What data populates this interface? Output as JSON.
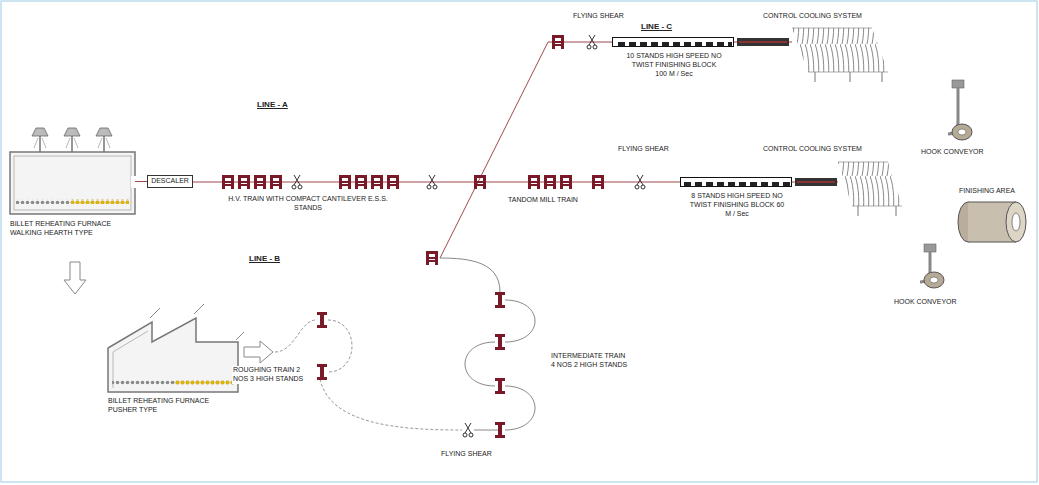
{
  "diagram": {
    "nodes": [
      {
        "text": [
          "BILLET REHEATING FURNACE WALKING HEARTH TYPE"
        ]
      },
      {
        "text": [
          "DESCALER"
        ]
      },
      {
        "text": [
          "10 STANDS HIGH SPEED NO TWIST FINISHING BLOCK 100 M / Sec"
        ]
      },
      {
        "text": [
          "8 STANDS HIGH SPEED NO TWIST FINISHING BLOCK 60 M / Sec"
        ]
      },
      {
        "text": [
          "BILLET REHEATING FURNACE PUSHER TYPE"
        ]
      }
    ],
    "edges": [
      {
        "from": 0,
        "to": 1,
        "arrow": "none"
      }
    ],
    "labels": [
      "LINE - A",
      "H.V. TRAIN WITH COMPACT CANTILEVER E.S.S. STANDS",
      "FLYING SHEAR",
      "LINE - C",
      "CONTROL COOLING SYSTEM",
      "TANDOM MILL TRAIN",
      "FLYING SHEAR",
      "CONTROL COOLING SYSTEM",
      "HOOK CONVEYOR",
      "FINISHING AREA",
      "HOOK CONVEYOR",
      "LINE - B",
      "ROUGHING TRAIN 2 NOS 3 HIGH STANDS",
      "INTERMEDIATE TRAIN 4 NOS 2 HIGH STANDS",
      "FLYING SHEAR"
    ]
  }
}
